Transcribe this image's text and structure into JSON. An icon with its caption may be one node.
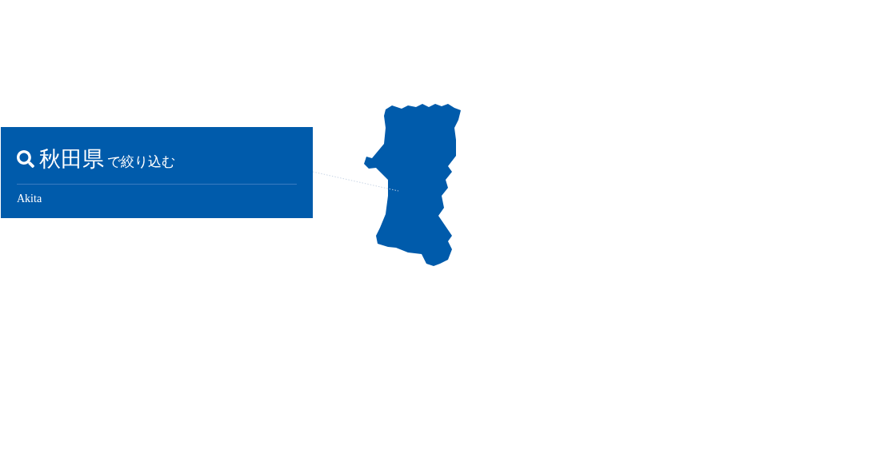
{
  "diagram": {
    "nodes": [
      {
        "text": [
          "秋田県",
          "で絞り込む",
          "Akita"
        ]
      },
      {
        "text": [],
        "shape": "picture"
      }
    ],
    "edges": [
      {
        "from": 0,
        "to": 1,
        "arrow": "none",
        "style": "dashed"
      }
    ]
  }
}
